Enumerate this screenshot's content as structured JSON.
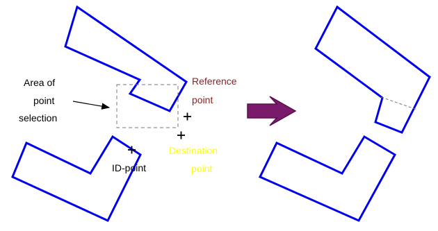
{
  "labels": {
    "area_line1": "Area of",
    "area_line2": "point",
    "area_line3": "selection",
    "reference_line1": "Reference",
    "reference_line2": "point",
    "destination_line1": "Destination",
    "destination_line2": "point",
    "id_point": "ID-point"
  },
  "colors": {
    "shape_stroke": "#0000ee",
    "reference_label": "#8b2323",
    "destination_label": "#ffff00",
    "text": "#000000",
    "arrow_fill": "#7a1a6a",
    "arrow_edge": "#5a0f50",
    "dashed": "#777777"
  },
  "icons": {
    "transform_arrow": "right-arrow-icon",
    "marker": "plus-marker-icon"
  }
}
